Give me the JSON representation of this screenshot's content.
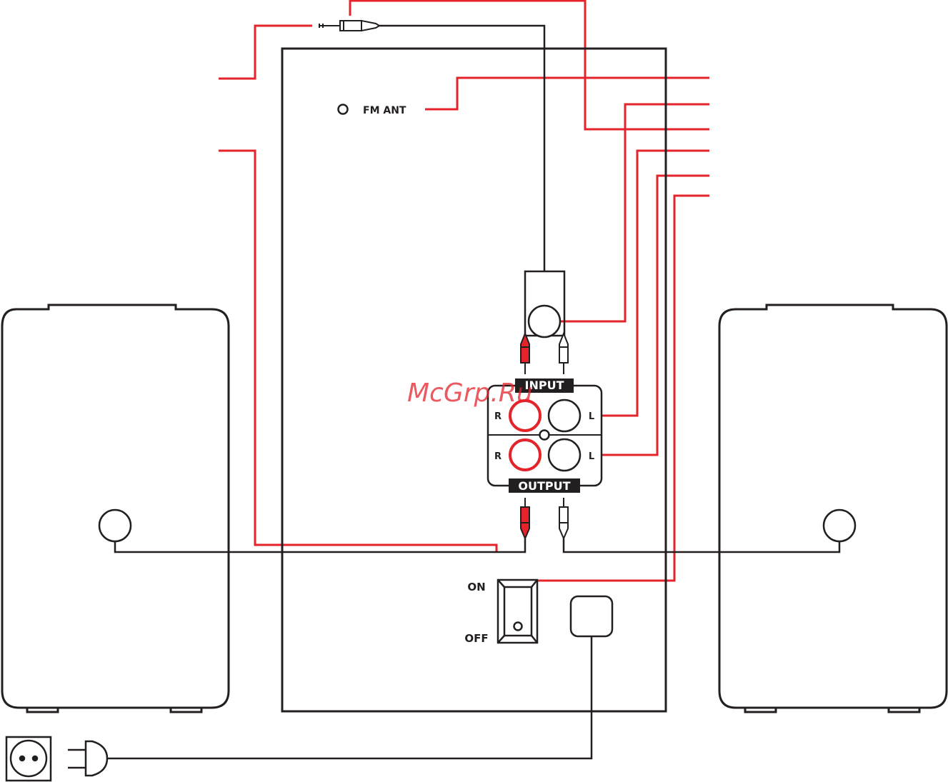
{
  "labels": {
    "fm_ant": "FM ANT",
    "input": "INPUT",
    "output": "OUTPUT",
    "r": "R",
    "l": "L",
    "on": "ON",
    "off": "OFF"
  },
  "watermark": "McGrp.Ru",
  "colors": {
    "outline": "#231f20",
    "callout": "#e4232b",
    "plug_red": "#e4232b",
    "label_bg": "#231f20"
  }
}
